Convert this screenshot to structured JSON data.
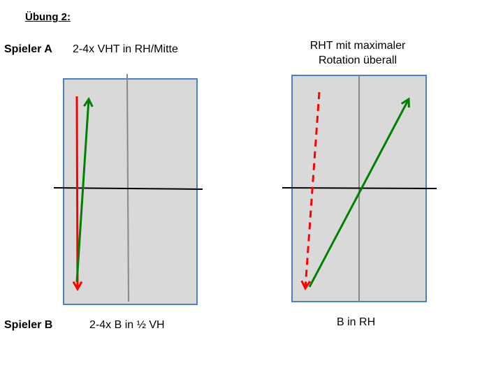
{
  "title": "Übung 2:",
  "player_a": {
    "label": "Spieler A",
    "description": "2-4x VHT in RH/Mitte"
  },
  "player_b": {
    "label": "Spieler B",
    "description": "2-4x B in ½ VH"
  },
  "right_exercise": {
    "top_line1": "RHT mit maximaler",
    "top_line2": "Rotation überall",
    "bottom_label": "B in RH"
  },
  "colors": {
    "table_fill": "#d9d9d9",
    "table_border": "#4f7ec3",
    "center_line": "#888888",
    "net": "#000000",
    "arrow_red": "#ff0000",
    "arrow_green": "#008000"
  }
}
